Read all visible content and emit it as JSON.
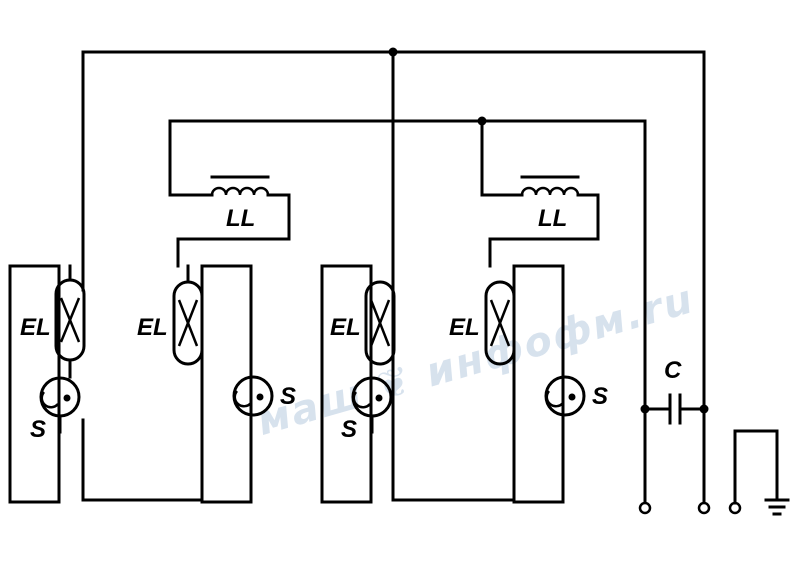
{
  "diagram": {
    "labels": {
      "inductor": "LL",
      "lamp": "EL",
      "starter": "S",
      "capacitor": "C"
    },
    "watermark": "маш ❦ инфофм.ru"
  }
}
